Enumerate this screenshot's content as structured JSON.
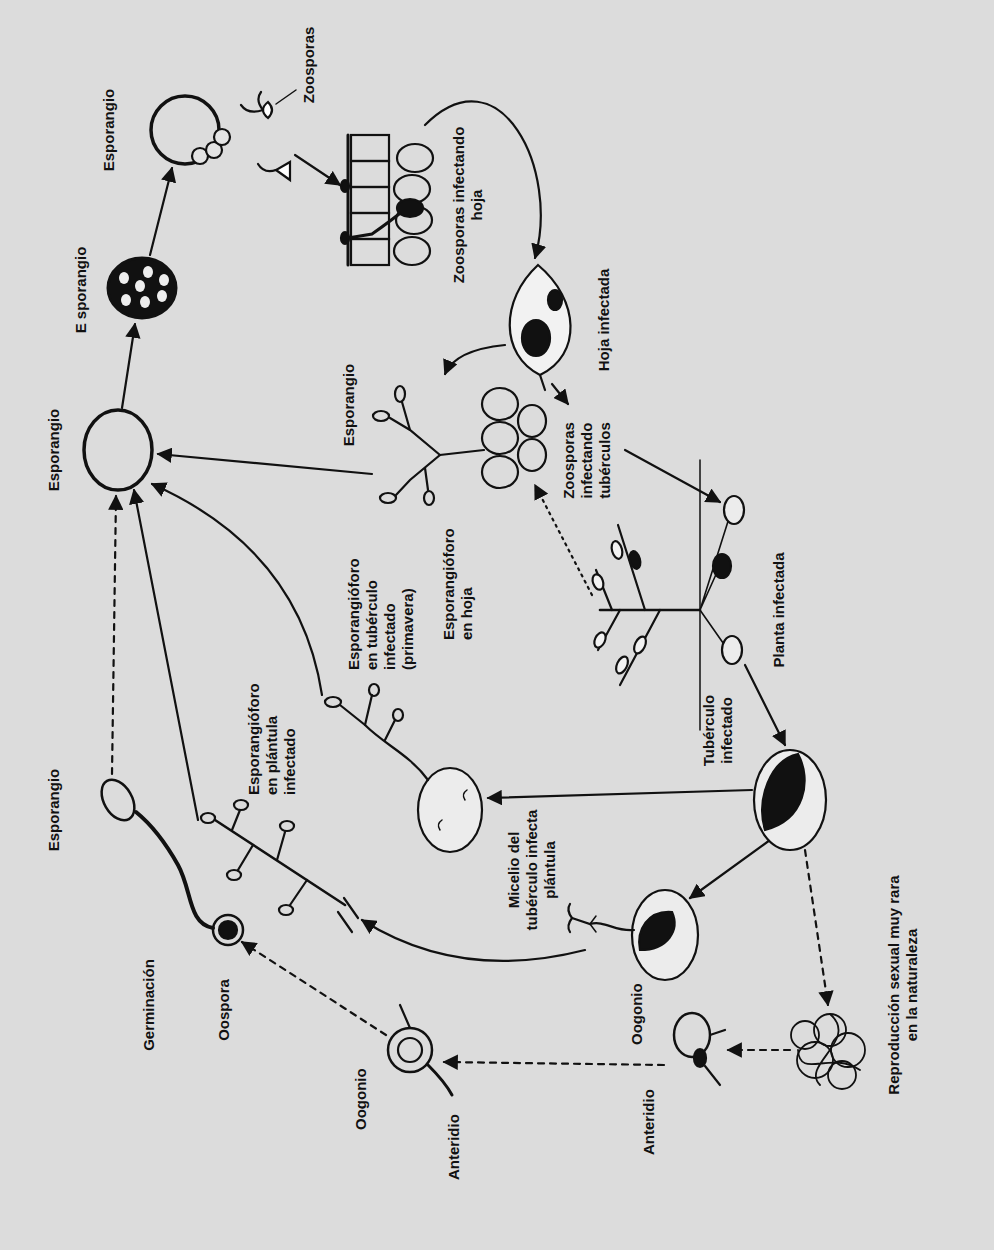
{
  "diagram": {
    "labels": [
      "Esporangio",
      "Germinación",
      "Oospora",
      "Esporangio",
      "E sporangio",
      "Esporangio",
      "Zoosporas",
      "Zoosporas infectando hoja",
      "Hoja infectada",
      "Zoosporas infectando tubérculos",
      "Esporangio",
      "Esporangióforo en plántula infectado",
      "Esporangióforo en tubérculo infectado (primavera)",
      "Esporangióforo en hoja",
      "Micelio del tubérculo infecta plántula",
      "Oogonio",
      "Anteridio",
      "Oogonio",
      "Anteridio",
      "Tubérculo infectado",
      "Planta infectada",
      "Reproducción sexual muy rara en la naturaleza"
    ]
  }
}
